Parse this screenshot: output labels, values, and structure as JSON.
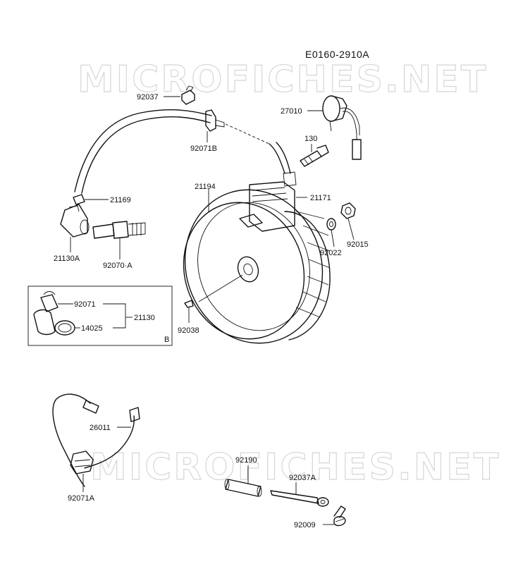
{
  "diagram": {
    "code": "E0160-2910A",
    "watermark": "MICROFICHES.NET",
    "inset_tag": "B",
    "part_numbers": {
      "p92037": "92037",
      "p27010": "27010",
      "p92071B": "92071B",
      "p130": "130",
      "p21194": "21194",
      "p21171": "21171",
      "p21169": "21169",
      "p92015": "92015",
      "p92022": "92022",
      "p21130A": "21130A",
      "p92070A": "92070·A",
      "p92038": "92038",
      "p92071": "92071",
      "p21130": "21130",
      "p14025": "14025",
      "p26011": "26011",
      "p92190": "92190",
      "p92037A": "92037A",
      "p92071A": "92071A",
      "p92009": "92009"
    }
  }
}
